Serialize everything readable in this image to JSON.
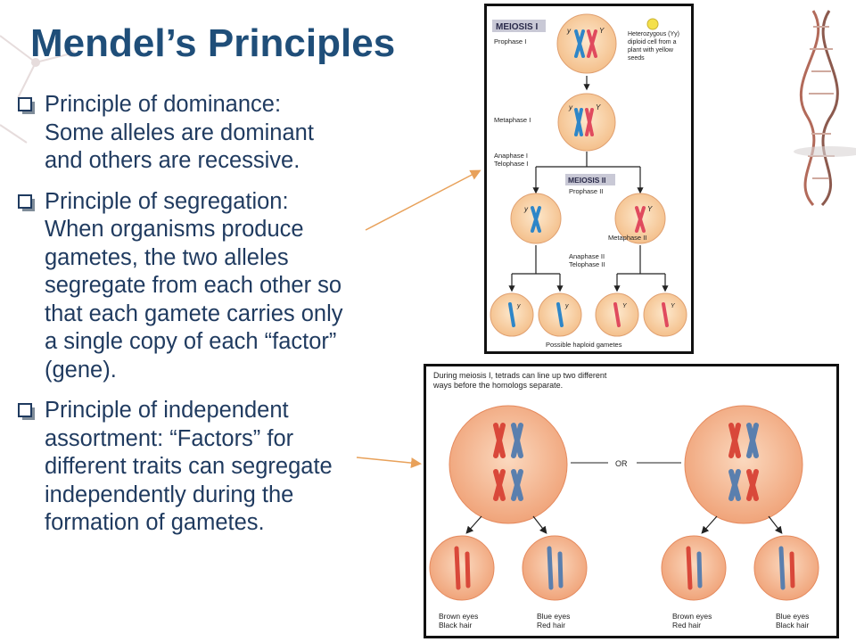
{
  "slide": {
    "title": "Mendel’s Principles",
    "bullets": [
      {
        "lines": [
          "Principle of dominance:",
          "Some alleles are dominant",
          "and others are recessive."
        ]
      },
      {
        "lines": [
          "Principle of segregation:",
          "When organisms produce",
          "gametes, the two alleles",
          "segregate from each other so",
          "that each gamete carries only",
          "a single copy of each “factor”",
          "(gene)."
        ]
      },
      {
        "lines": [
          "Principle of independent",
          "assortment: “Factors” for",
          "different traits can segregate",
          "independently during the",
          "formation of gametes."
        ]
      }
    ]
  },
  "figure_meiosis": {
    "meiosis1_label": "MEIOSIS I",
    "meiosis2_label": "MEIOSIS II",
    "prophase1": "Prophase I",
    "note_line1": "Heterozygous (Yy)",
    "note_line2": "diploid cell from a",
    "note_line3": "plant with yellow",
    "note_line4": "seeds",
    "metaphase1": "Metaphase I",
    "anaphase1": "Anaphase I",
    "telophase1": "Telophase I",
    "prophase2": "Prophase II",
    "metaphase2": "Metaphase II",
    "anaphase2": "Anaphase II",
    "telophase2": "Telophase II",
    "gametes_label": "Possible haploid gametes",
    "allele_y": "y",
    "allele_Y": "Y"
  },
  "figure_assortment": {
    "caption_line1": "During meiosis I, tetrads can line up two different",
    "caption_line2": "ways before the homologs separate.",
    "or_label": "OR",
    "gametes": [
      {
        "line1": "Brown eyes",
        "line2": "Black hair"
      },
      {
        "line1": "Blue eyes",
        "line2": "Red hair"
      },
      {
        "line1": "Brown eyes",
        "line2": "Red hair"
      },
      {
        "line1": "Blue eyes",
        "line2": "Black hair"
      }
    ]
  },
  "colors": {
    "title": "#1f4e79",
    "text": "#1f3a5f",
    "arrow": "#e8a15a",
    "cell_fill": "#f8d3a8",
    "chrom_blue": "#2e86c8",
    "chrom_red": "#e04a5e"
  }
}
